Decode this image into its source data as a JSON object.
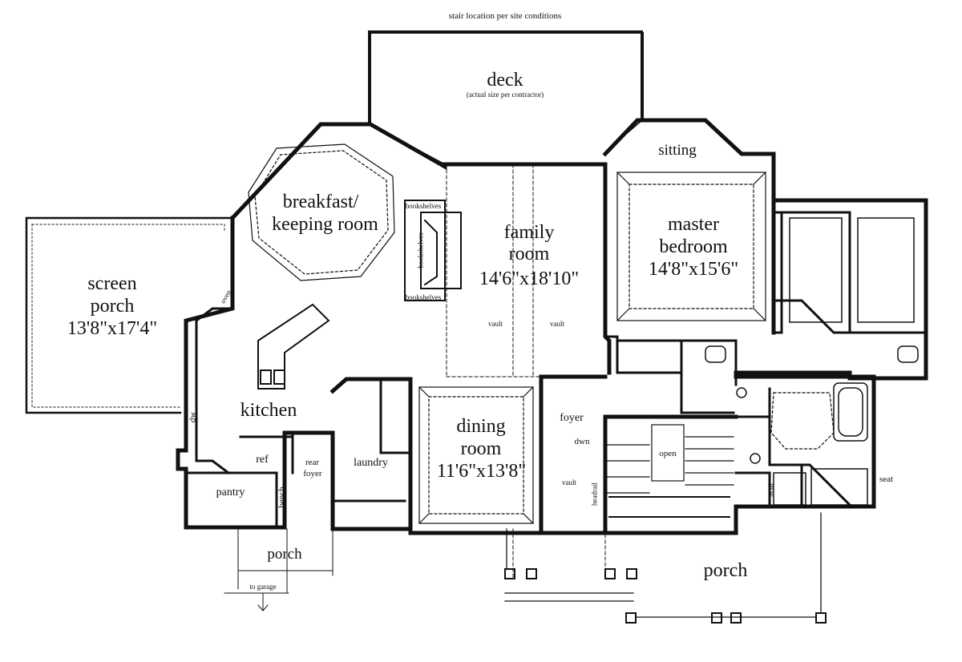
{
  "notes": {
    "stair": "stair location per site conditions",
    "deck_note": "(actual size per contractor)",
    "to_garage": "to garage"
  },
  "rooms": {
    "deck": "deck",
    "sitting": "sitting",
    "breakfast_1": "breakfast/",
    "breakfast_2": "keeping room",
    "family_1": "family",
    "family_2": "room",
    "family_dim": "14'6\"x18'10\"",
    "master_1": "master",
    "master_2": "bedroom",
    "master_dim": "14'8\"x15'6\"",
    "screen_1": "screen",
    "screen_2": "porch",
    "screen_dim": "13'8\"x17'4\"",
    "kitchen": "kitchen",
    "dining_1": "dining",
    "dining_2": "room",
    "dining_dim": "11'6\"x13'8\"",
    "foyer": "foyer",
    "laundry": "laundry",
    "rear_foyer_1": "rear",
    "rear_foyer_2": "foyer",
    "pantry": "pantry",
    "porch_rear": "porch",
    "porch_front": "porch"
  },
  "fixtures": {
    "bookshelves": "bookshelves",
    "oven": "oven",
    "ref": "ref",
    "dw": "dw",
    "bench": "bench",
    "vault": "vault",
    "dwn": "dwn",
    "open": "open",
    "headrail": "headrail",
    "seat": "seat"
  }
}
